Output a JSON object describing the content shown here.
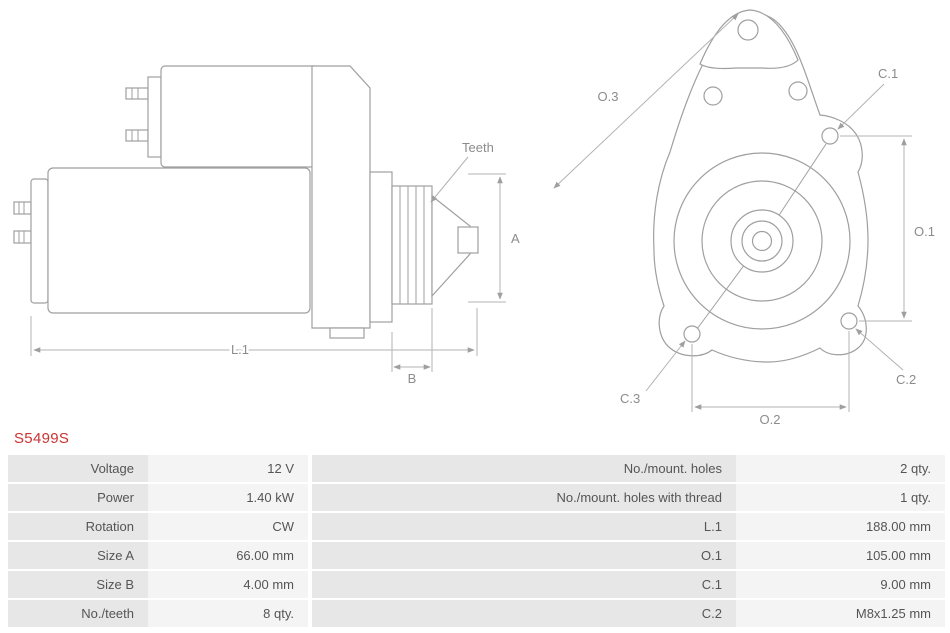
{
  "part_number": "S5499S",
  "colors": {
    "part_number_text": "#cc3333",
    "diagram_lines": "#9f9f9f",
    "dimension_lines": "#b3b3b3",
    "table_label_bg": "#e7e7e7",
    "table_value_bg": "#f4f4f4",
    "table_text": "#555555"
  },
  "diagram": {
    "labels": {
      "teeth": "Teeth",
      "l1": "L.1",
      "a": "A",
      "b": "B",
      "o1": "O.1",
      "o2": "O.2",
      "o3": "O.3",
      "c1": "C.1",
      "c2": "C.2",
      "c3": "C.3"
    }
  },
  "spec_table": {
    "rows": [
      {
        "label_left": "Voltage",
        "value_left": "12 V",
        "label_right": "No./mount. holes",
        "value_right": "2 qty."
      },
      {
        "label_left": "Power",
        "value_left": "1.40 kW",
        "label_right": "No./mount. holes with thread",
        "value_right": "1 qty."
      },
      {
        "label_left": "Rotation",
        "value_left": "CW",
        "label_right": "L.1",
        "value_right": "188.00 mm"
      },
      {
        "label_left": "Size A",
        "value_left": "66.00 mm",
        "label_right": "O.1",
        "value_right": "105.00 mm"
      },
      {
        "label_left": "Size B",
        "value_left": "4.00 mm",
        "label_right": "C.1",
        "value_right": "9.00 mm"
      },
      {
        "label_left": "No./teeth",
        "value_left": "8 qty.",
        "label_right": "C.2",
        "value_right": "M8x1.25 mm"
      }
    ]
  }
}
